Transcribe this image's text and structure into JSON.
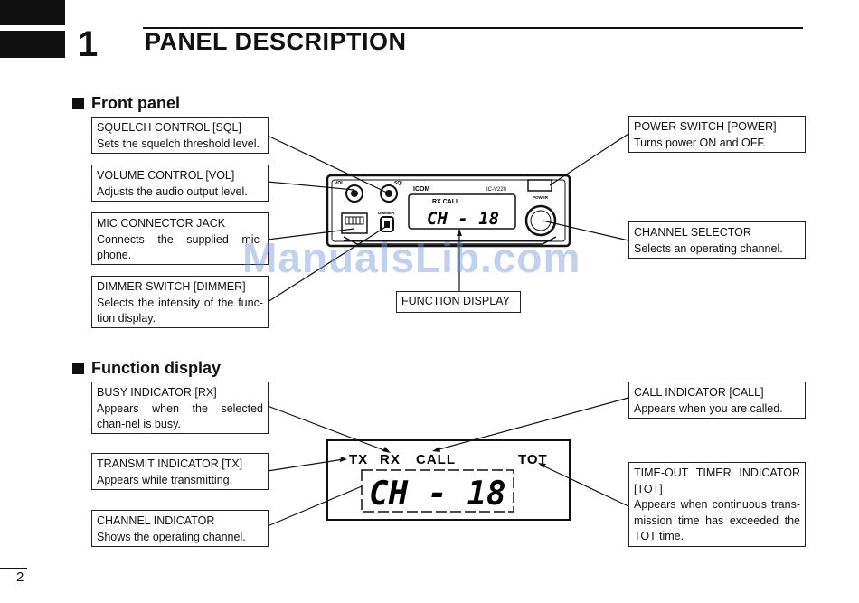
{
  "chapter": {
    "number": "1",
    "title": "PANEL DESCRIPTION"
  },
  "page_number": "2",
  "watermark": "ManualsLib.com",
  "front_panel": {
    "heading": "Front panel",
    "callouts": {
      "squelch": {
        "title": "SQUELCH CONTROL [SQL]",
        "desc": "Sets the squelch threshold level."
      },
      "volume": {
        "title": "VOLUME CONTROL [VOL]",
        "desc": "Adjusts the audio output level."
      },
      "mic": {
        "title": "MIC CONNECTOR JACK",
        "desc": "Connects the supplied mic-phone."
      },
      "dimmer": {
        "title": "DIMMER SWITCH [DIMMER]",
        "desc": "Selects the intensity of the func-tion display."
      },
      "power": {
        "title": "POWER SWITCH [POWER]",
        "desc": "Turns power ON and OFF."
      },
      "channel_selector": {
        "title": "CHANNEL SELECTOR",
        "desc": "Selects an operating channel."
      },
      "function_display": {
        "title": "FUNCTION DISPLAY"
      }
    },
    "radio": {
      "brand": "ICOM",
      "model": "IC-V220",
      "vol_label": "VOL",
      "sql_label": "SQL",
      "dimmer_label": "DIMMER",
      "power_label": "POWER",
      "lcd_indicators": "RX CALL",
      "lcd_channel": "CH - 18"
    }
  },
  "function_display": {
    "heading": "Function display",
    "callouts": {
      "busy": {
        "title": "BUSY INDICATOR [RX]",
        "desc": "Appears when the selected chan-nel is busy."
      },
      "transmit": {
        "title": "TRANSMIT INDICATOR [TX]",
        "desc": "Appears while transmitting."
      },
      "channel": {
        "title": "CHANNEL INDICATOR",
        "desc": "Shows the operating channel."
      },
      "call": {
        "title": "CALL INDICATOR [CALL]",
        "desc": "Appears when you are called."
      },
      "tot": {
        "title": "TIME-OUT TIMER INDICATOR [TOT]",
        "desc": "Appears when continuous trans-mission time has exceeded the TOT time."
      }
    },
    "lcd": {
      "tx": "TX",
      "rx": "RX",
      "call": "CALL",
      "tot": "TOT",
      "channel": "CH - 18"
    }
  }
}
